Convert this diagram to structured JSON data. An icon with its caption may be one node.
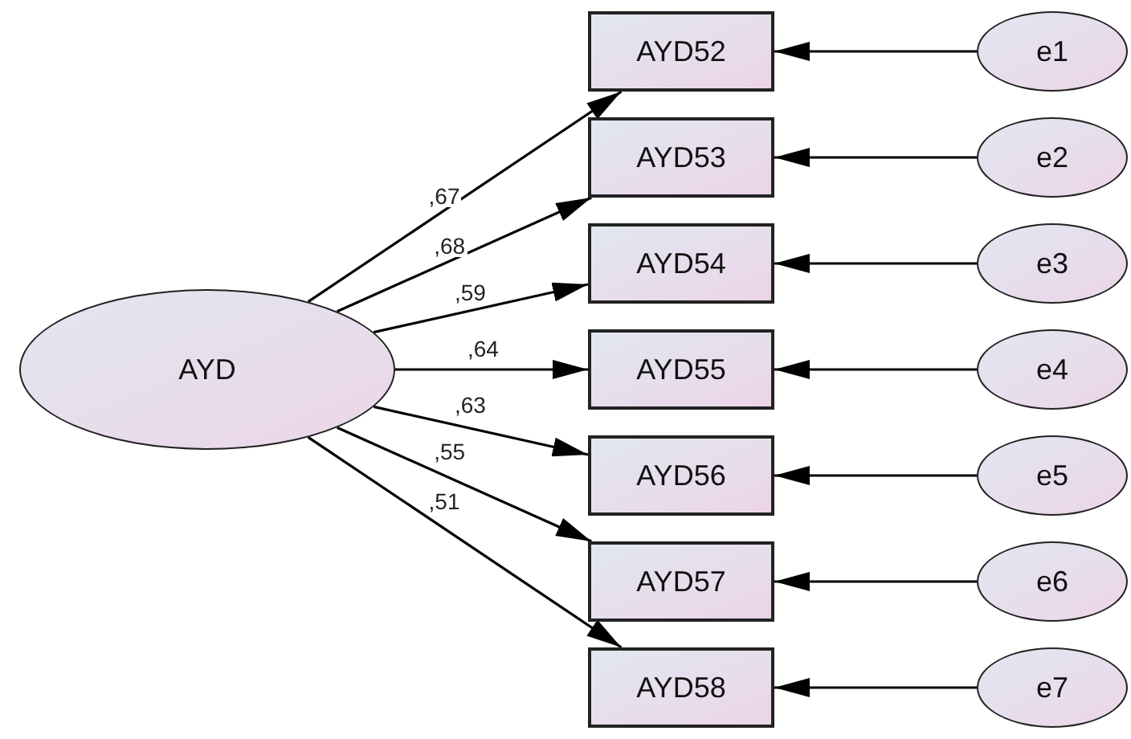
{
  "diagram": {
    "nodes": [
      {
        "text": [
          "AYD"
        ]
      },
      {
        "text": [
          "AYD52"
        ]
      },
      {
        "text": [
          "AYD53"
        ]
      },
      {
        "text": [
          "AYD54"
        ]
      },
      {
        "text": [
          "AYD55"
        ]
      },
      {
        "text": [
          "AYD56"
        ]
      },
      {
        "text": [
          "AYD57"
        ]
      },
      {
        "text": [
          "AYD58"
        ]
      },
      {
        "text": [
          "e1"
        ]
      },
      {
        "text": [
          "e2"
        ]
      },
      {
        "text": [
          "e3"
        ]
      },
      {
        "text": [
          "e4"
        ]
      },
      {
        "text": [
          "e5"
        ]
      },
      {
        "text": [
          "e6"
        ]
      },
      {
        "text": [
          "e7"
        ]
      }
    ],
    "edges": [
      {
        "from": 0,
        "to": 1,
        "arrow": "to",
        "label": ",67"
      },
      {
        "from": 0,
        "to": 2,
        "arrow": "to",
        "label": ",68"
      },
      {
        "from": 0,
        "to": 3,
        "arrow": "to",
        "label": ",59"
      },
      {
        "from": 0,
        "to": 4,
        "arrow": "to",
        "label": ",64"
      },
      {
        "from": 0,
        "to": 5,
        "arrow": "to",
        "label": ",63"
      },
      {
        "from": 0,
        "to": 6,
        "arrow": "to",
        "label": ",55"
      },
      {
        "from": 0,
        "to": 7,
        "arrow": "to",
        "label": ",51"
      },
      {
        "from": 8,
        "to": 1,
        "arrow": "to"
      },
      {
        "from": 9,
        "to": 2,
        "arrow": "to"
      },
      {
        "from": 10,
        "to": 3,
        "arrow": "to"
      },
      {
        "from": 11,
        "to": 4,
        "arrow": "to"
      },
      {
        "from": 12,
        "to": 5,
        "arrow": "to"
      },
      {
        "from": 13,
        "to": 6,
        "arrow": "to"
      },
      {
        "from": 14,
        "to": 7,
        "arrow": "to"
      }
    ]
  }
}
